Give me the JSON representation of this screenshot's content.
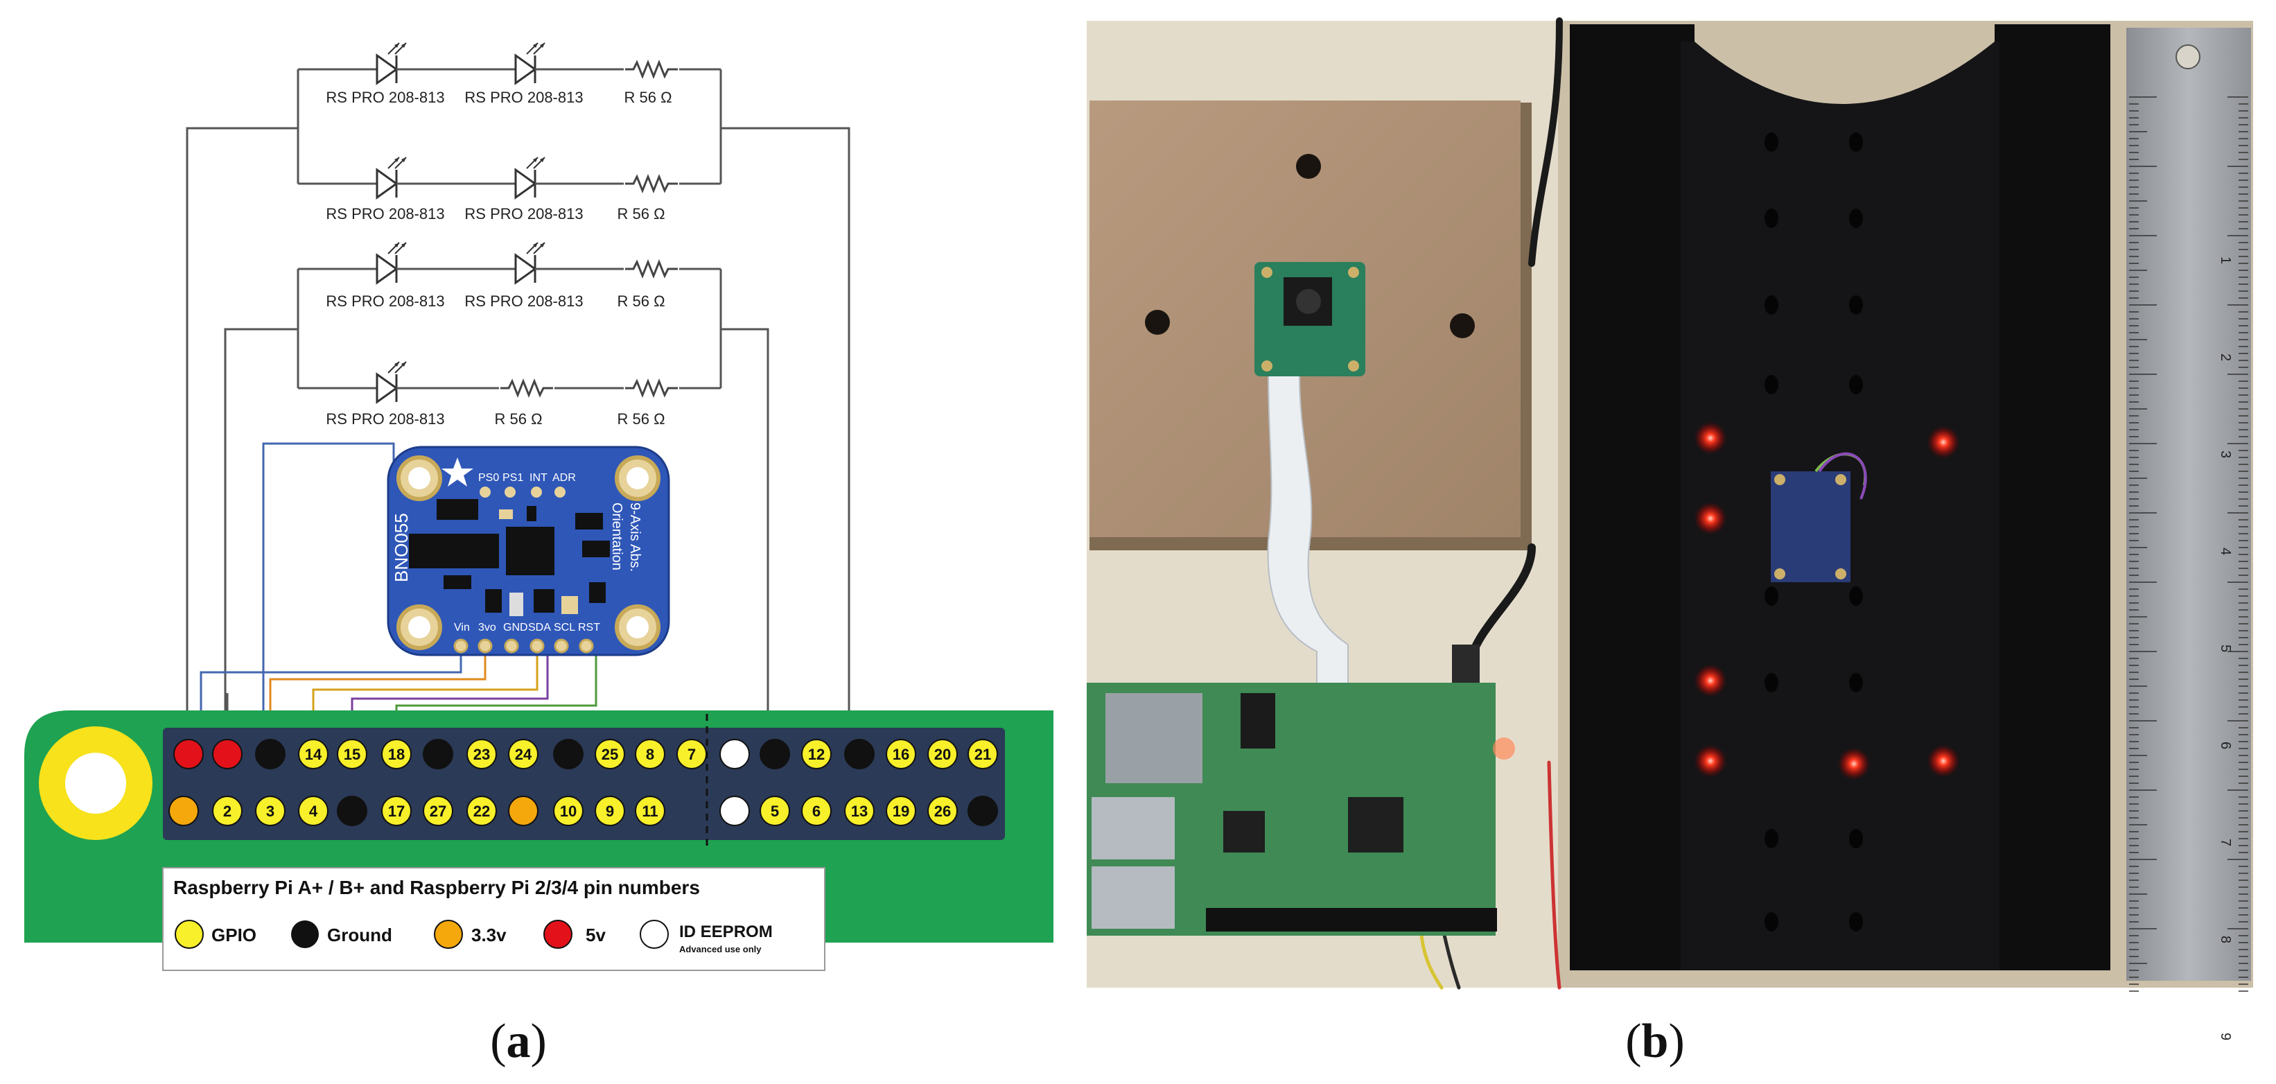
{
  "panel_a": {
    "caption_open": "(",
    "caption_letter": "a",
    "caption_close": ")",
    "led_part": "RS PRO 208-813",
    "resistor_label": "R 56 Ω",
    "sensor": {
      "name": "BNO055",
      "subtitle_1": "9-Axis Abs.",
      "subtitle_2": "Orientation",
      "top_pins": [
        "PS0",
        "PS1",
        "INT",
        "ADR"
      ],
      "bottom_pins": [
        "Vin",
        "3vo",
        "GND",
        "SDA",
        "SCL",
        "RST"
      ]
    },
    "header_top_row": [
      "",
      "",
      "",
      "14",
      "15",
      "18",
      "",
      "23",
      "24",
      "",
      "25",
      "8",
      "7",
      "",
      "",
      "12",
      "",
      "16",
      "20",
      "21"
    ],
    "header_bottom_row": [
      "",
      "2",
      "3",
      "4",
      "",
      "17",
      "27",
      "22",
      "",
      "10",
      "9",
      "11",
      "",
      "5",
      "6",
      "13",
      "19",
      "26",
      ""
    ],
    "legend": {
      "title": "Raspberry Pi A+ / B+ and Raspberry Pi 2/3/4 pin numbers",
      "gpio": "GPIO",
      "ground": "Ground",
      "v33": "3.3v",
      "v5": "5v",
      "eeprom": "ID EEPROM",
      "eeprom_note": "Advanced use only"
    }
  },
  "panel_b": {
    "caption_open": "(",
    "caption_letter": "b",
    "caption_close": ")",
    "ruler_cm": [
      "1",
      "2",
      "3",
      "4",
      "5",
      "6",
      "7",
      "8",
      "9"
    ]
  },
  "colors": {
    "gpio": "#f7f02a",
    "ground": "#111111",
    "v33": "#f5a80c",
    "v5": "#e3121a",
    "eeprom": "#ffffff",
    "pcb": "#1fa251",
    "header": "#2b3a57",
    "sensor_board": "#2f57b8",
    "wire": "#555555"
  }
}
